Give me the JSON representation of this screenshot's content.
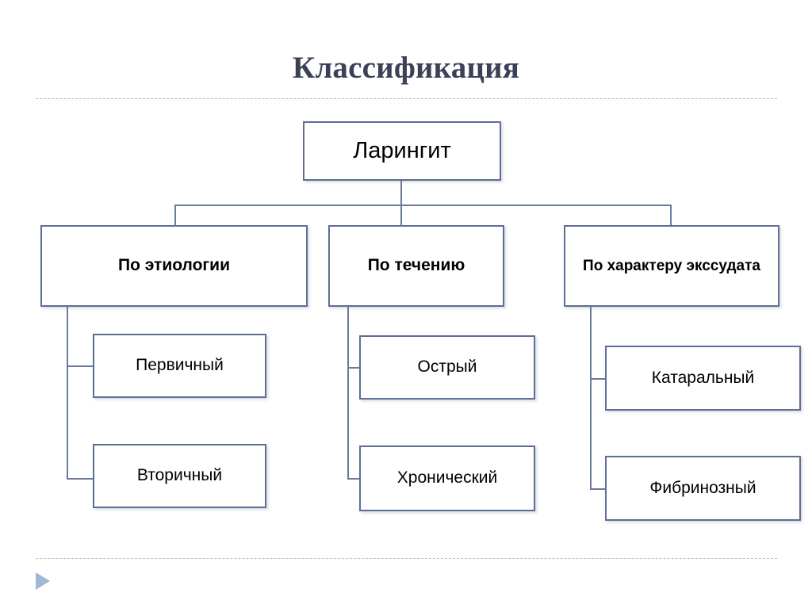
{
  "slide": {
    "title": "Классификация",
    "background_color": "#ffffff",
    "title_color": "#3b4257",
    "accent_color": "#5f6e96",
    "connector_color": "#6b7a9e",
    "rule_color": "#a9bcd4",
    "nav_arrow_color": "#9fb9d4"
  },
  "nav": {
    "next_icon": "triangle-right-icon"
  },
  "chart_data": {
    "type": "tree-diagram",
    "title": "Классификация",
    "root": "Ларингит",
    "branches": [
      {
        "label": "По этиологии",
        "children": [
          "Первичный",
          "Вторичный"
        ]
      },
      {
        "label": "По течению",
        "children": [
          "Острый",
          "Хронический"
        ]
      },
      {
        "label": "По характеру экссудата",
        "children": [
          "Катаральный",
          "Фибринозный"
        ]
      }
    ]
  },
  "diagram": {
    "root": {
      "label": "Ларингит"
    },
    "categories": [
      {
        "label": "По этиологии"
      },
      {
        "label": "По течению"
      },
      {
        "label": "По характеру экссудата"
      }
    ],
    "leaves": {
      "etiology": [
        {
          "label": "Первичный"
        },
        {
          "label": "Вторичный"
        }
      ],
      "course": [
        {
          "label": "Острый"
        },
        {
          "label": "Хронический"
        }
      ],
      "exudate": [
        {
          "label": "Катаральный"
        },
        {
          "label": "Фибринозный"
        }
      ]
    }
  }
}
